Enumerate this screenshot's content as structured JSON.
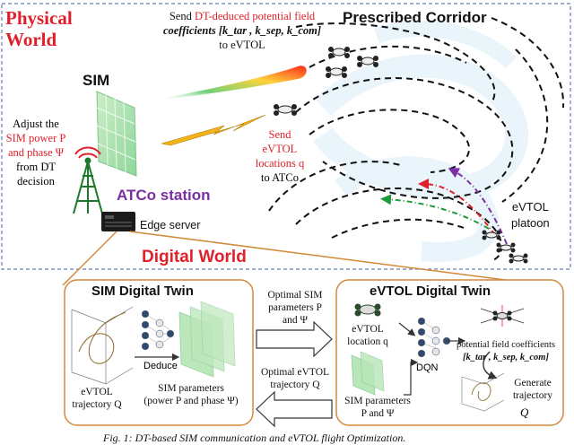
{
  "physical": {
    "title_line1": "Physical",
    "title_line2": "World",
    "corridor_label": "Prescribed Corridor",
    "send_dt_line1": "Send ",
    "send_dt_red": "DT-deduced potential field",
    "send_dt_line2": "coefficients [k_tar , k_sep, k_com]",
    "send_dt_line3": "to eVTOL",
    "sim_label": "SIM",
    "adjust_line1": "Adjust the",
    "adjust_line2": "SIM power P",
    "adjust_line3": "and phase Ψ",
    "adjust_line4": "from DT",
    "adjust_line5": "decision",
    "atco_label": "ATCo station",
    "edge_label": "Edge server",
    "send_evtol_line1": "Send eVTOL",
    "send_evtol_line2": "locations q",
    "send_evtol_line3": "to ATCo",
    "platoon_line1": "eVTOL",
    "platoon_line2": "platoon"
  },
  "digital": {
    "title": "Digital World",
    "sim_twin": {
      "title": "SIM Digital Twin",
      "trajectory_label_1": "eVTOL",
      "trajectory_label_2": "trajectory Q",
      "deduce": "Deduce",
      "params_line1": "SIM parameters",
      "params_line2": "(power P and phase Ψ)"
    },
    "arrows": {
      "optimal_sim_line1": "Optimal SIM",
      "optimal_sim_line2": "parameters P",
      "optimal_sim_line3": "and Ψ",
      "optimal_traj_line1": "Optimal eVTOL",
      "optimal_traj_line2": "trajectory Q"
    },
    "evtol_twin": {
      "title": "eVTOL Digital Twin",
      "location_line1": "eVTOL",
      "location_line2": "location q",
      "dqn": "DQN",
      "pf_line1": "potential field coefficients",
      "pf_line2": "[k_tar , k_sep, k_com]",
      "generate_line1": "Generate",
      "generate_line2": "trajectory",
      "traj_symbol": "Q",
      "params_line1": "SIM parameters",
      "params_line2": "P and Ψ"
    }
  },
  "caption": "Fig. 1: DT-based SIM communication and eVTOL flight Optimization.",
  "colors": {
    "accent_red": "#e0202a",
    "atco_purple": "#7a2fa3",
    "panel_border": "#d28a3a",
    "dashed_border": "#6a7bb0",
    "sim_green": "#9ed9a0"
  }
}
